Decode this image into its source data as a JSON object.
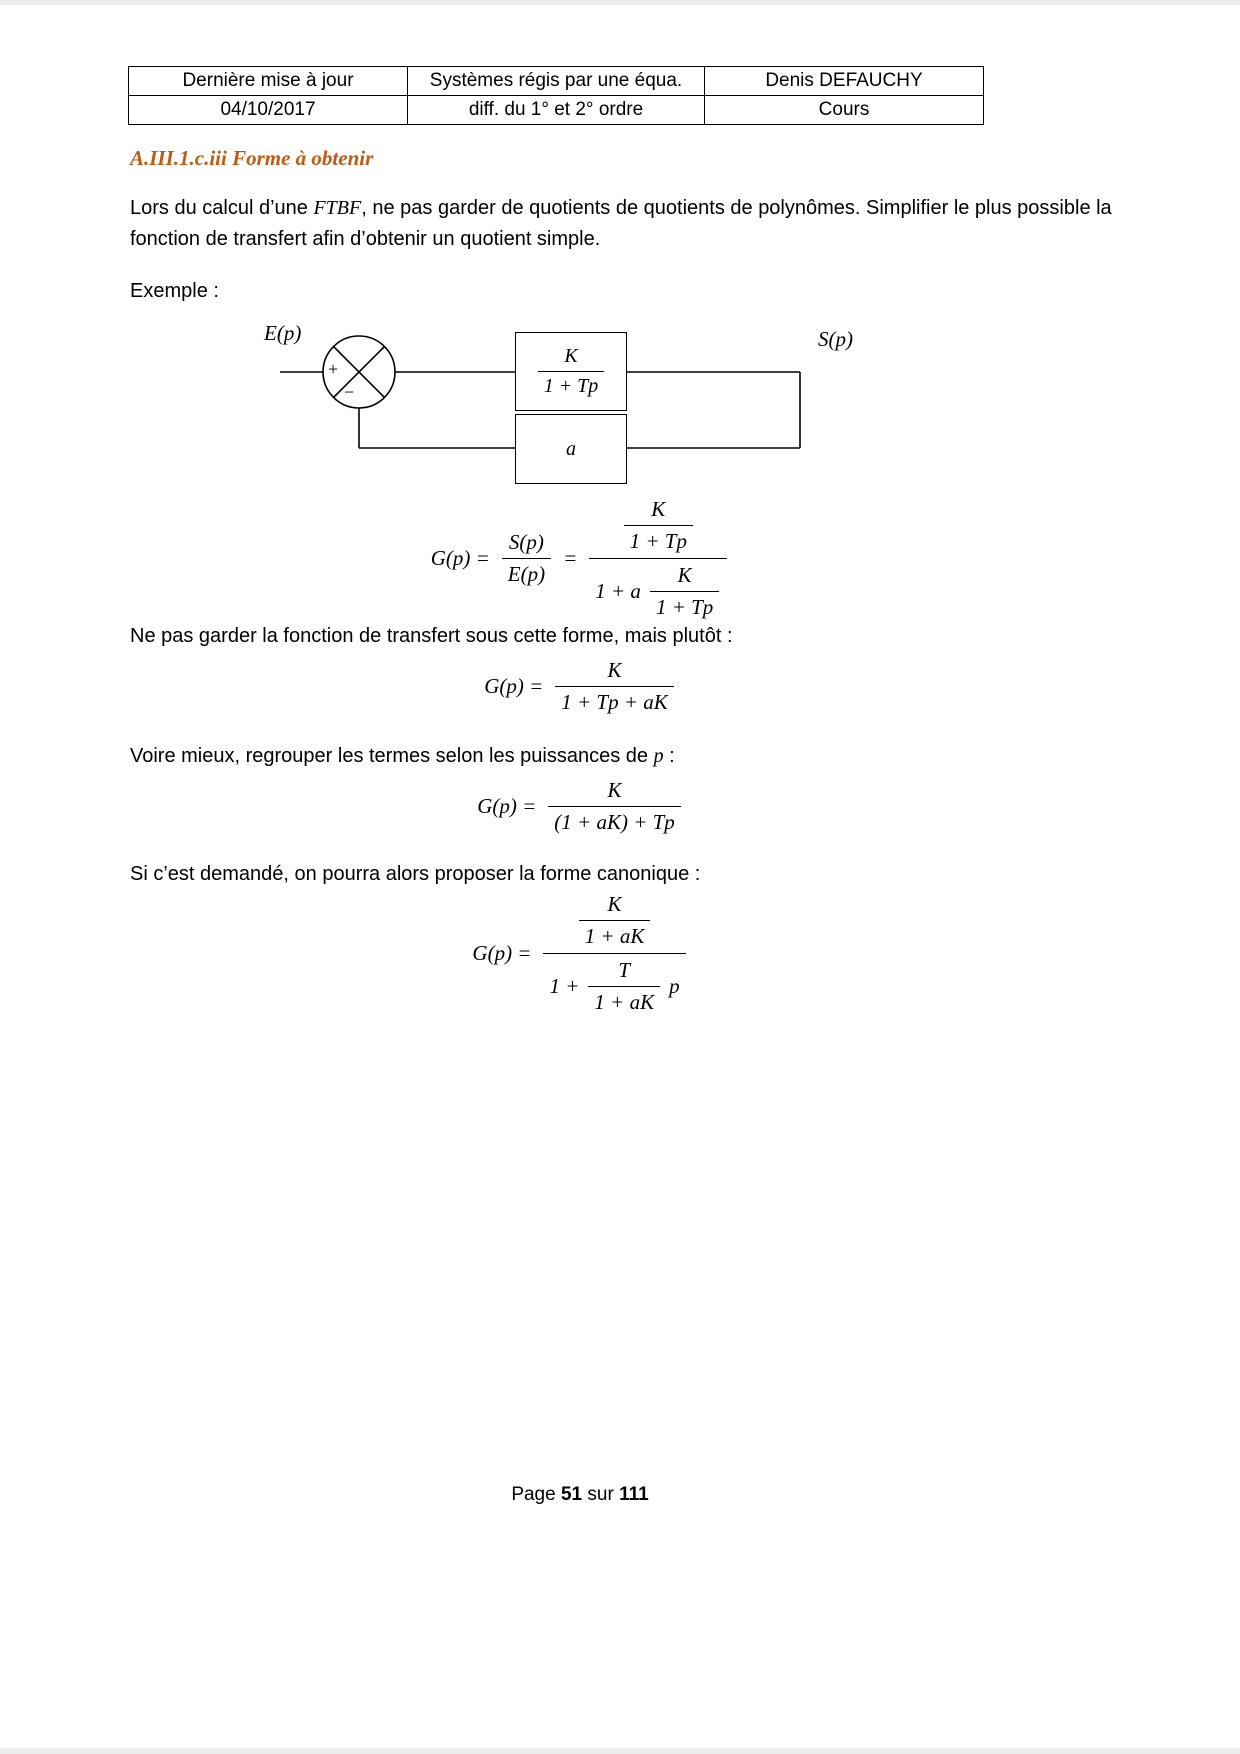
{
  "header": {
    "c1r1": "Dernière mise à jour",
    "c1r2": "04/10/2017",
    "c2r1": "Systèmes régis par une équa.",
    "c2r2": "diff. du 1° et 2° ordre",
    "c3r1": "Denis DEFAUCHY",
    "c3r2": "Cours"
  },
  "heading": {
    "text": "A.III.1.c.iii Forme à obtenir",
    "color": "#C45911"
  },
  "body": {
    "intro": {
      "pre": "Lors du calcul d’une ",
      "math": "FTBF",
      "post": ", ne pas garder de quotients de quotients de polynômes. Simplifier le plus possible la fonction de transfert afin d’obtenir un quotient simple."
    },
    "exemple": "Exemple :",
    "ne_pas_garder": "Ne pas garder la fonction de transfert sous cette forme, mais plutôt :",
    "voire": {
      "pre": "Voire mieux, regrouper les termes selon les puissances de ",
      "math": "p",
      "post": " :"
    },
    "si_cest": "Si c’est demandé, on pourra alors proposer la forme canonique :"
  },
  "diagram": {
    "input_label": "E(p)",
    "output_label": "S(p)",
    "plus": "+",
    "minus": "−",
    "block_num": "K",
    "block_den": "1 + Tp",
    "feedback": "a"
  },
  "equations": {
    "eq1": {
      "lhs": "G(p) =",
      "frac_sp_num": "S(p)",
      "frac_sp_den": "E(p)",
      "eq": "=",
      "outer_num": {
        "num": "K",
        "den": "1 + Tp"
      },
      "outer_den_pre": "1 + a",
      "outer_den_frac": {
        "num": "K",
        "den": "1 + Tp"
      }
    },
    "eq2": {
      "lhs": "G(p) =",
      "num": "K",
      "den": "1 + Tp + aK"
    },
    "eq3": {
      "lhs": "G(p) =",
      "num": "K",
      "den": "(1 + aK) + Tp"
    },
    "eq4": {
      "lhs": "G(p) =",
      "num_frac": {
        "num": "K",
        "den": "1 + aK"
      },
      "den_pre": "1 +",
      "den_frac": {
        "num": "T",
        "den": "1 + aK"
      },
      "den_post": "p"
    }
  },
  "footer": {
    "pre": "Page ",
    "current": "51",
    "mid": " sur ",
    "total": "111"
  }
}
